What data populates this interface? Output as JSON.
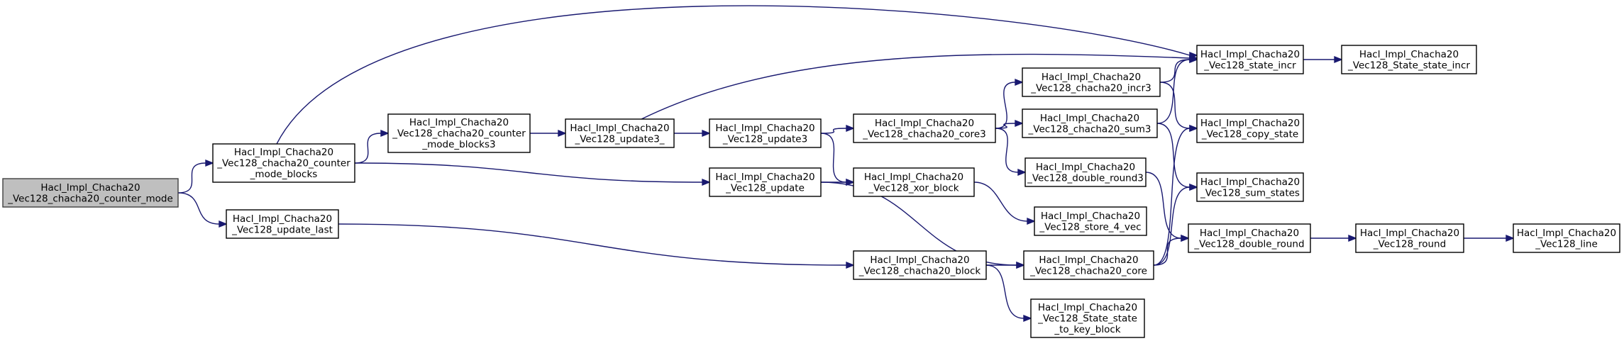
{
  "colors": {
    "edge": "#191970",
    "root_fill": "#bfbfbf",
    "node_fill": "#ffffff",
    "node_border": "#000000"
  },
  "nodes": [
    {
      "id": "counter_mode",
      "lines": [
        "Hacl_Impl_Chacha20",
        "_Vec128_chacha20_counter_mode"
      ],
      "root": true
    },
    {
      "id": "counter_mode_blocks",
      "lines": [
        "Hacl_Impl_Chacha20",
        "_Vec128_chacha20_counter",
        "_mode_blocks"
      ]
    },
    {
      "id": "update_last",
      "lines": [
        "Hacl_Impl_Chacha20",
        "_Vec128_update_last"
      ]
    },
    {
      "id": "counter_mode_blocks3",
      "lines": [
        "Hacl_Impl_Chacha20",
        "_Vec128_chacha20_counter",
        "_mode_blocks3"
      ]
    },
    {
      "id": "update3_",
      "lines": [
        "Hacl_Impl_Chacha20",
        "_Vec128_update3_"
      ]
    },
    {
      "id": "update3",
      "lines": [
        "Hacl_Impl_Chacha20",
        "_Vec128_update3"
      ]
    },
    {
      "id": "update",
      "lines": [
        "Hacl_Impl_Chacha20",
        "_Vec128_update"
      ]
    },
    {
      "id": "core3",
      "lines": [
        "Hacl_Impl_Chacha20",
        "_Vec128_chacha20_core3"
      ]
    },
    {
      "id": "xor_block",
      "lines": [
        "Hacl_Impl_Chacha20",
        "_Vec128_xor_block"
      ]
    },
    {
      "id": "chacha20_block",
      "lines": [
        "Hacl_Impl_Chacha20",
        "_Vec128_chacha20_block"
      ]
    },
    {
      "id": "incr3",
      "lines": [
        "Hacl_Impl_Chacha20",
        "_Vec128_chacha20_incr3"
      ]
    },
    {
      "id": "sum3",
      "lines": [
        "Hacl_Impl_Chacha20",
        "_Vec128_chacha20_sum3"
      ]
    },
    {
      "id": "double_round3",
      "lines": [
        "Hacl_Impl_Chacha20",
        "_Vec128_double_round3"
      ]
    },
    {
      "id": "store_4_vec",
      "lines": [
        "Hacl_Impl_Chacha20",
        "_Vec128_store_4_vec"
      ]
    },
    {
      "id": "core",
      "lines": [
        "Hacl_Impl_Chacha20",
        "_Vec128_chacha20_core"
      ]
    },
    {
      "id": "state_to_key_block",
      "lines": [
        "Hacl_Impl_Chacha20",
        "_Vec128_State_state",
        "_to_key_block"
      ]
    },
    {
      "id": "state_incr",
      "lines": [
        "Hacl_Impl_Chacha20",
        "_Vec128_state_incr"
      ]
    },
    {
      "id": "copy_state",
      "lines": [
        "Hacl_Impl_Chacha20",
        "_Vec128_copy_state"
      ]
    },
    {
      "id": "sum_states",
      "lines": [
        "Hacl_Impl_Chacha20",
        "_Vec128_sum_states"
      ]
    },
    {
      "id": "double_round",
      "lines": [
        "Hacl_Impl_Chacha20",
        "_Vec128_double_round"
      ]
    },
    {
      "id": "State_state_incr",
      "lines": [
        "Hacl_Impl_Chacha20",
        "_Vec128_State_state_incr"
      ]
    },
    {
      "id": "round",
      "lines": [
        "Hacl_Impl_Chacha20",
        "_Vec128_round"
      ]
    },
    {
      "id": "line",
      "lines": [
        "Hacl_Impl_Chacha20",
        "_Vec128_line"
      ]
    }
  ],
  "edges": [
    [
      "counter_mode",
      "counter_mode_blocks"
    ],
    [
      "counter_mode",
      "update_last"
    ],
    [
      "counter_mode_blocks",
      "state_incr"
    ],
    [
      "counter_mode_blocks",
      "counter_mode_blocks3"
    ],
    [
      "counter_mode_blocks",
      "update"
    ],
    [
      "counter_mode_blocks3",
      "update3_"
    ],
    [
      "update3_",
      "state_incr"
    ],
    [
      "update3_",
      "update3"
    ],
    [
      "update3",
      "core3"
    ],
    [
      "update3",
      "xor_block"
    ],
    [
      "core3",
      "incr3"
    ],
    [
      "core3",
      "sum3"
    ],
    [
      "core3",
      "double_round3"
    ],
    [
      "incr3",
      "state_incr"
    ],
    [
      "incr3",
      "copy_state"
    ],
    [
      "sum3",
      "state_incr"
    ],
    [
      "sum3",
      "sum_states"
    ],
    [
      "double_round3",
      "double_round"
    ],
    [
      "xor_block",
      "store_4_vec"
    ],
    [
      "update",
      "xor_block"
    ],
    [
      "update",
      "core"
    ],
    [
      "update_last",
      "chacha20_block"
    ],
    [
      "chacha20_block",
      "core"
    ],
    [
      "chacha20_block",
      "state_to_key_block"
    ],
    [
      "core",
      "copy_state"
    ],
    [
      "core",
      "sum_states"
    ],
    [
      "core",
      "double_round"
    ],
    [
      "state_incr",
      "State_state_incr"
    ],
    [
      "double_round",
      "round"
    ],
    [
      "round",
      "line"
    ]
  ]
}
